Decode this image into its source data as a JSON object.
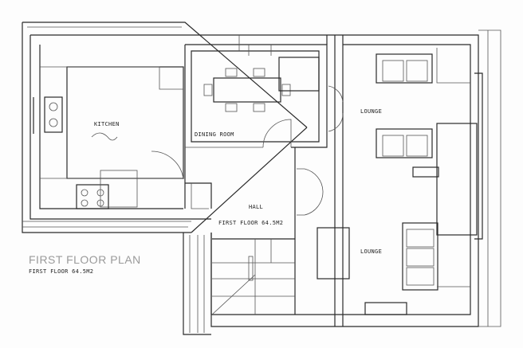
{
  "rooms": {
    "kitchen": "KITCHEN",
    "dining": "DINING ROOM",
    "lounge_upper": "LOUNGE",
    "hall": "HALL",
    "hall_area": "FIRST FLOOR 64.5M2",
    "lounge_lower": "LOUNGE"
  },
  "legend": {
    "title": "FIRST FLOOR PLAN",
    "subtitle": "FIRST FLOOR 64.5M2"
  },
  "colors": {
    "line": "#2a2a2a",
    "title": "#9a9a9a"
  }
}
